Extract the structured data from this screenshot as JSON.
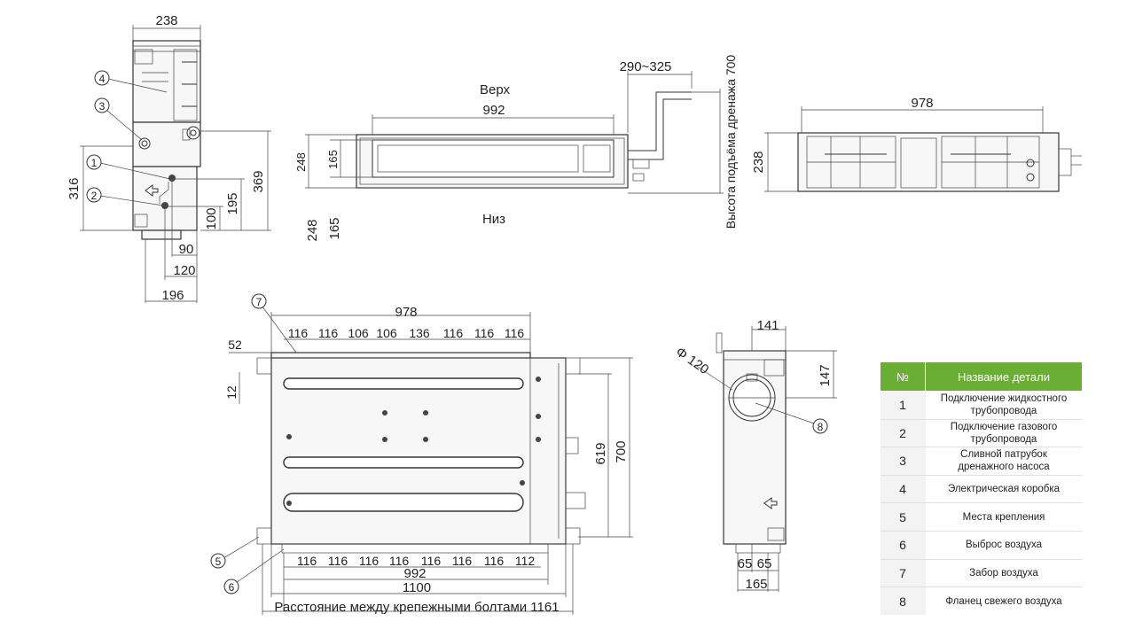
{
  "views": {
    "side_left": {
      "width": "238",
      "h316": "316",
      "h369": "369",
      "h195": "195",
      "h100": "100",
      "w90": "90",
      "w120": "120",
      "w196": "196",
      "callouts": [
        "1",
        "2",
        "3",
        "4"
      ]
    },
    "front": {
      "top_label": "Верх",
      "bottom_label": "Низ",
      "width": "992",
      "h248": "248",
      "h165": "165",
      "h248b": "248",
      "h165b": "165",
      "pipe_range": "290~325",
      "drain_label": "Высота подъёма дренажа 700"
    },
    "rear": {
      "width": "978",
      "height": "238"
    },
    "plan": {
      "top_total": "978",
      "top_segments": [
        "116",
        "116",
        "106",
        "106",
        "136",
        "116",
        "116",
        "116"
      ],
      "bottom_segments": [
        "116",
        "116",
        "116",
        "116",
        "116",
        "116",
        "116",
        "112"
      ],
      "w992": "992",
      "w1100": "1100",
      "bolts": "Расстояние между крепежными болтами 1161",
      "left52": "52",
      "left12": "12",
      "h619": "619",
      "h700": "700",
      "callouts": [
        "5",
        "6",
        "7"
      ]
    },
    "end": {
      "diameter": "Φ 120",
      "w141": "141",
      "h147": "147",
      "w65a": "65",
      "w65b": "65",
      "w165": "165",
      "callout": "8"
    }
  },
  "parts_table": {
    "header_color": "#6aae35",
    "headers": {
      "num": "№",
      "name": "Название детали"
    },
    "rows": [
      {
        "num": "1",
        "line1": "Подключение жидкостного",
        "line2": "трубопровода"
      },
      {
        "num": "2",
        "line1": "Подключение газового",
        "line2": "трубопровода"
      },
      {
        "num": "3",
        "line1": "Сливной патрубок",
        "line2": "дренажного насоса"
      },
      {
        "num": "4",
        "line1": "Электрическая коробка",
        "line2": ""
      },
      {
        "num": "5",
        "line1": "Места крепления",
        "line2": ""
      },
      {
        "num": "6",
        "line1": "Выброс воздуха",
        "line2": ""
      },
      {
        "num": "7",
        "line1": "Забор воздуха",
        "line2": ""
      },
      {
        "num": "8",
        "line1": "Фланец свежего воздуха",
        "line2": ""
      }
    ]
  }
}
